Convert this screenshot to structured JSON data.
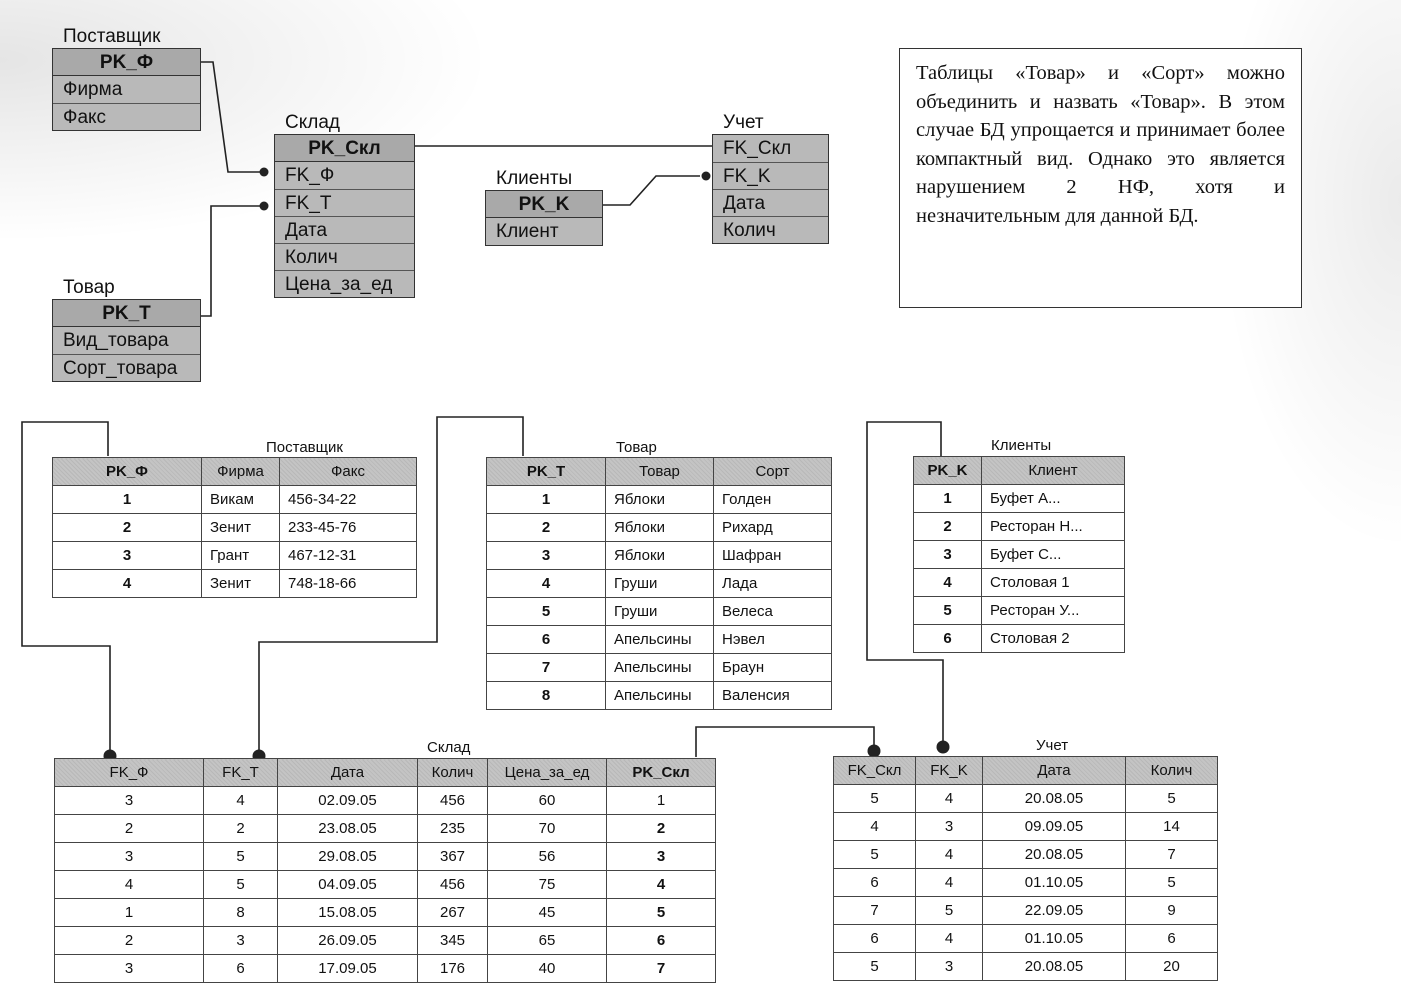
{
  "er": {
    "supplier": {
      "title": "Поставщик",
      "pk": "PK_Ф",
      "fields": [
        "Фирма",
        "Факс"
      ]
    },
    "warehouse": {
      "title": "Склад",
      "pk": "PK_Скл",
      "fields": [
        "FK_Ф",
        "FK_Т",
        "Дата",
        "Колич",
        "Цена_за_ед"
      ]
    },
    "product": {
      "title": "Товар",
      "pk": "PK_Т",
      "fields": [
        "Вид_товара",
        "Сорт_товара"
      ]
    },
    "clients": {
      "title": "Клиенты",
      "pk": "PK_K",
      "fields": [
        "Клиент"
      ]
    },
    "accounting": {
      "title": "Учет",
      "pk": "FK_Скл",
      "fields": [
        "FK_K",
        "Дата",
        "Колич"
      ]
    }
  },
  "note": "Таблицы «Товар» и «Сорт» можно объединить и назвать «Товар». В этом случае БД упрощается и принимает более компактный вид. Однако это является нарушением 2 НФ, хотя и незначительным для данной БД.",
  "tables": {
    "supplier": {
      "title": "Поставщик",
      "columns": [
        "PK_Ф",
        "Фирма",
        "Факс"
      ],
      "rows": [
        [
          "1",
          "Викам",
          "456-34-22"
        ],
        [
          "2",
          "Зенит",
          "233-45-76"
        ],
        [
          "3",
          "Грант",
          "467-12-31"
        ],
        [
          "4",
          "Зенит",
          "748-18-66"
        ]
      ]
    },
    "product": {
      "title": "Товар",
      "columns": [
        "PK_T",
        "Товар",
        "Сорт"
      ],
      "rows": [
        [
          "1",
          "Яблоки",
          "Голден"
        ],
        [
          "2",
          "Яблоки",
          "Рихард"
        ],
        [
          "3",
          "Яблоки",
          "Шафран"
        ],
        [
          "4",
          "Груши",
          "Лада"
        ],
        [
          "5",
          "Груши",
          "Велеса"
        ],
        [
          "6",
          "Апельсины",
          "Нэвел"
        ],
        [
          "7",
          "Апельсины",
          "Браун"
        ],
        [
          "8",
          "Апельсины",
          "Валенсия"
        ]
      ]
    },
    "clients": {
      "title": "Клиенты",
      "columns": [
        "PK_K",
        "Клиент"
      ],
      "rows": [
        [
          "1",
          "Буфет А..."
        ],
        [
          "2",
          "Ресторан Н..."
        ],
        [
          "3",
          "Буфет С..."
        ],
        [
          "4",
          "Столовая 1"
        ],
        [
          "5",
          "Ресторан У..."
        ],
        [
          "6",
          "Столовая 2"
        ]
      ]
    },
    "warehouse": {
      "title": "Склад",
      "columns": [
        "FK_Ф",
        "FK_Т",
        "Дата",
        "Колич",
        "Цена_за_ед",
        "PK_Скл"
      ],
      "rows": [
        [
          "3",
          "4",
          "02.09.05",
          "456",
          "60",
          "1"
        ],
        [
          "2",
          "2",
          "23.08.05",
          "235",
          "70",
          "2"
        ],
        [
          "3",
          "5",
          "29.08.05",
          "367",
          "56",
          "3"
        ],
        [
          "4",
          "5",
          "04.09.05",
          "456",
          "75",
          "4"
        ],
        [
          "1",
          "8",
          "15.08.05",
          "267",
          "45",
          "5"
        ],
        [
          "2",
          "3",
          "26.09.05",
          "345",
          "65",
          "6"
        ],
        [
          "3",
          "6",
          "17.09.05",
          "176",
          "40",
          "7"
        ]
      ]
    },
    "accounting": {
      "title": "Учет",
      "columns": [
        "FK_Скл",
        "FK_K",
        "Дата",
        "Колич"
      ],
      "rows": [
        [
          "5",
          "4",
          "20.08.05",
          "5"
        ],
        [
          "4",
          "3",
          "09.09.05",
          "14"
        ],
        [
          "5",
          "4",
          "20.08.05",
          "7"
        ],
        [
          "6",
          "4",
          "01.10.05",
          "5"
        ],
        [
          "7",
          "5",
          "22.09.05",
          "9"
        ],
        [
          "6",
          "4",
          "01.10.05",
          "6"
        ],
        [
          "5",
          "3",
          "20.08.05",
          "20"
        ]
      ]
    }
  }
}
